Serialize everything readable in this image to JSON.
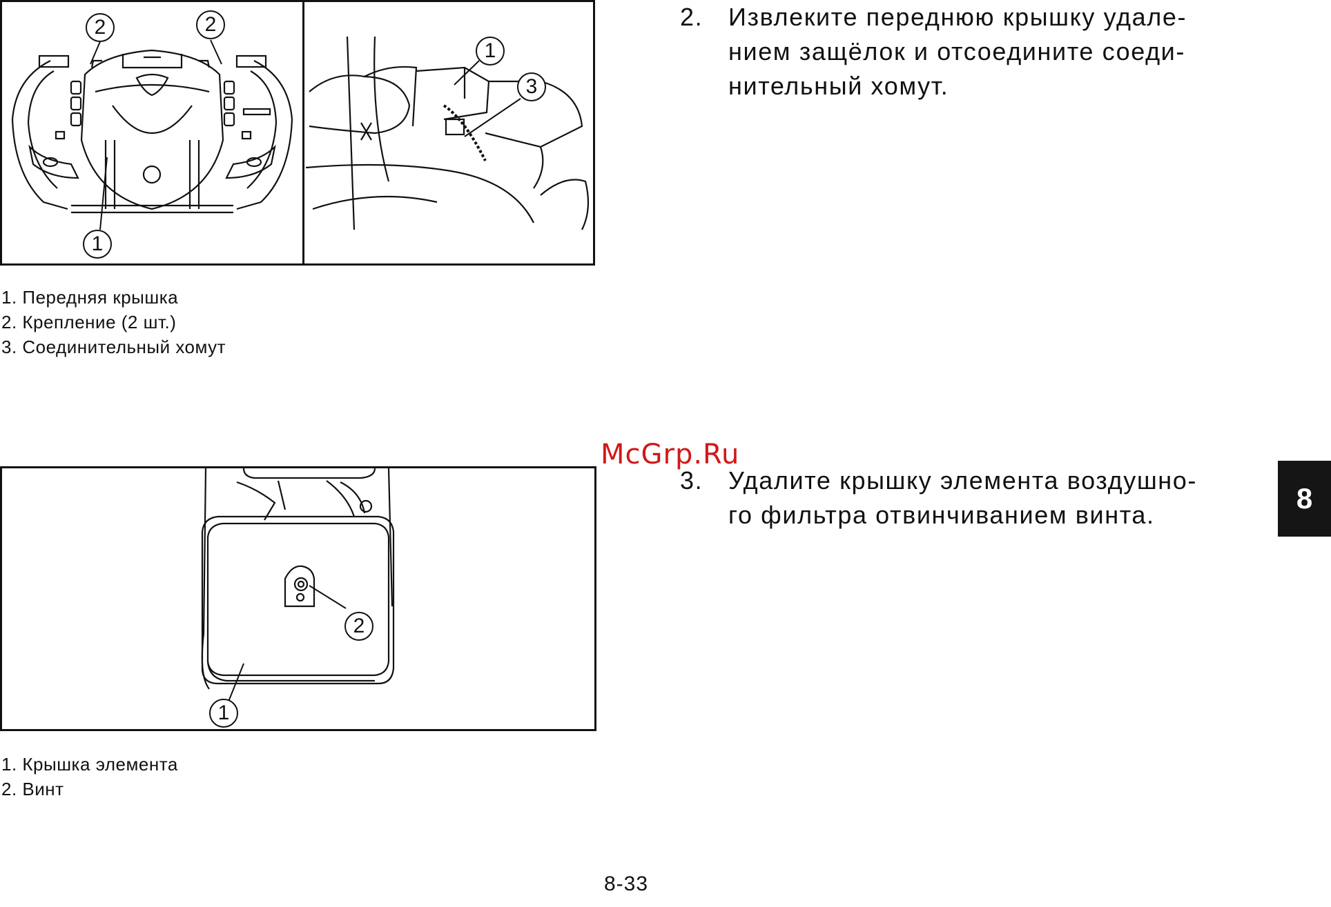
{
  "figure1": {
    "callouts": {
      "fastener_a": "2",
      "fastener_b": "2",
      "front_cover": "1",
      "cover_right": "1",
      "clamp": "3"
    },
    "legend": [
      "1. Передняя крышка",
      "2. Крепление (2 шт.)",
      "3. Соединительный хомут"
    ]
  },
  "figure2": {
    "callouts": {
      "screw": "2",
      "element_cover": "1"
    },
    "legend": [
      "1. Крышка элемента",
      "2. Винт"
    ]
  },
  "steps": [
    {
      "number": "2.",
      "lines": [
        "Извлеките переднюю крышку удале-",
        "нием защёлок и отсоедините соеди-",
        "нительный хомут."
      ]
    },
    {
      "number": "3.",
      "lines": [
        "Удалите крышку элемента воздушно-",
        "го фильтра отвинчиванием винта."
      ]
    }
  ],
  "section_tab": "8",
  "watermark": "McGrp.Ru",
  "page_number": "8-33"
}
